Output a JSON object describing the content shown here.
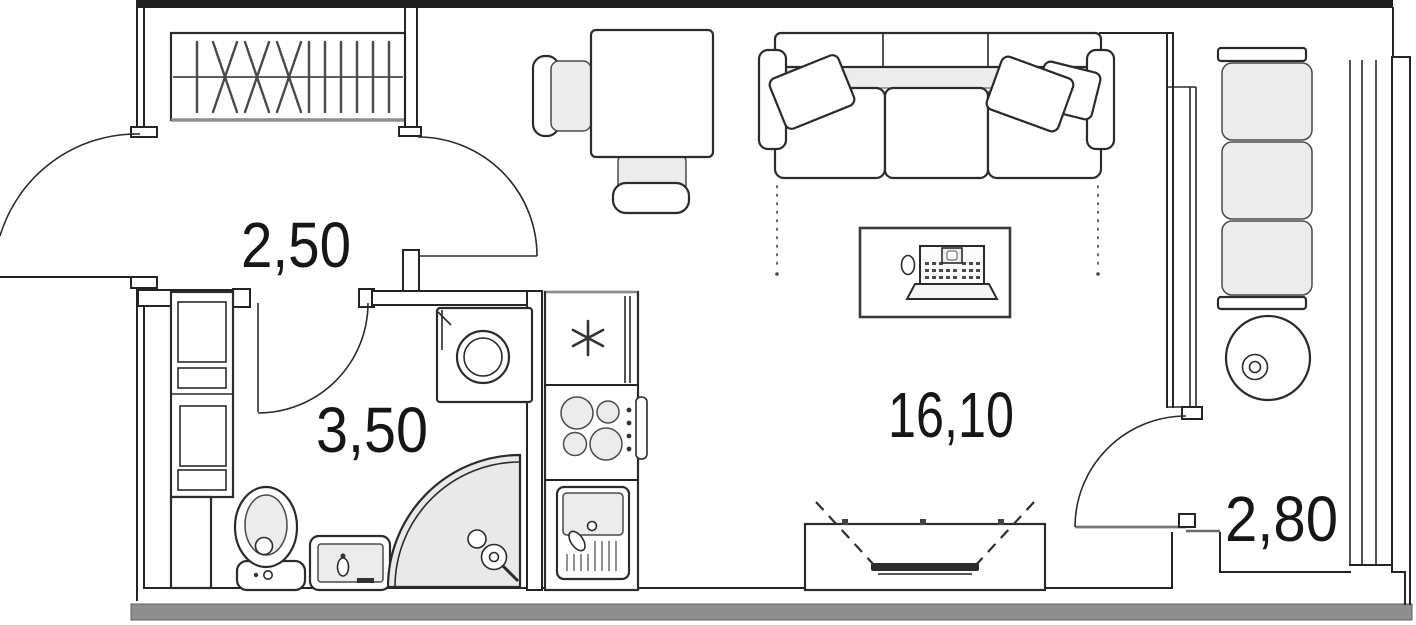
{
  "plan": {
    "type": "studio-apartment-floor-plan",
    "rooms": [
      {
        "name": "hallway",
        "area_label": "2,50"
      },
      {
        "name": "bathroom",
        "area_label": "3,50"
      },
      {
        "name": "living-room",
        "area_label": "16,10"
      },
      {
        "name": "balcony",
        "area_label": "2,80"
      }
    ],
    "furniture": [
      "wardrobe-with-hangers",
      "entrance-door",
      "living-room-door",
      "bathroom-door",
      "balcony-door",
      "desk-with-two-chairs",
      "fridge",
      "stove-cooktop",
      "kitchen-sink",
      "storage-cabinet-stack",
      "washing-machine",
      "toilet",
      "vanity-sink",
      "corner-shower",
      "three-seat-sofa-with-pillows",
      "laptop-table",
      "mouse",
      "tv-stand",
      "balcony-bench-with-cushions",
      "balcony-round-table"
    ],
    "icons": {
      "fridge_symbol": "snowflake-icon",
      "laptop_symbol": "laptop-icon"
    },
    "colors": {
      "walls": "#1f1f1f",
      "outer_wall_gray": "#8e8e8e",
      "furniture_fill": "#ffffff",
      "cushion_fill": "#ececec",
      "label_text": "#161616"
    }
  }
}
